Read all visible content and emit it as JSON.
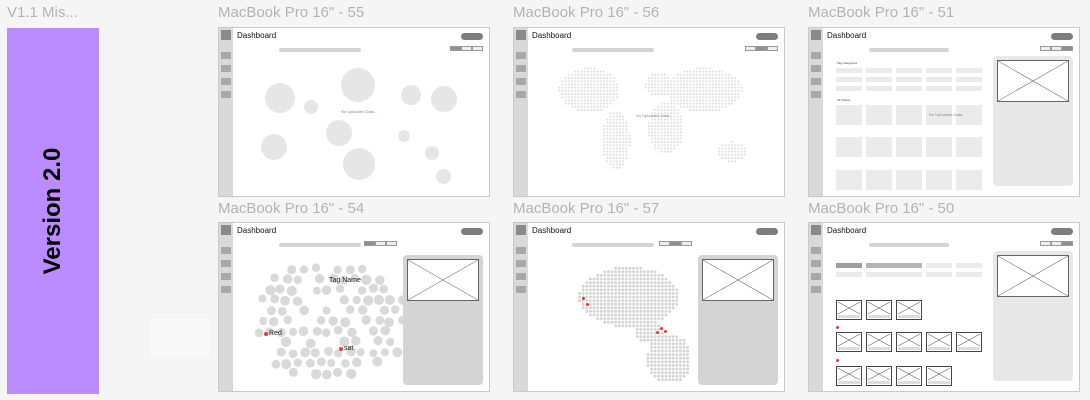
{
  "canvas": {
    "left_frame_title": "V1.1 Mis...",
    "version_label": "Version 2.0",
    "version_color": "#bb8cff"
  },
  "frames": {
    "f55": {
      "title": "MacBook Pro 16\" - 55",
      "header": "Dashboard",
      "empty": "No Uploaded Data..."
    },
    "f56": {
      "title": "MacBook Pro 16\" - 56",
      "header": "Dashboard",
      "empty": "No Uploaded Data..."
    },
    "f51": {
      "title": "MacBook Pro 16\" - 51",
      "header": "Dashboard",
      "empty": "No Uploaded Data...",
      "sections": [
        "Tag Categories",
        "All Videos"
      ]
    },
    "f54": {
      "title": "MacBook Pro 16\" - 54",
      "header": "Dashboard",
      "labels": {
        "tag": "Tag Name",
        "red": "Red",
        "sat": "sat"
      }
    },
    "f57": {
      "title": "MacBook Pro 16\" - 57",
      "header": "Dashboard"
    },
    "f50": {
      "title": "MacBook Pro 16\" - 50",
      "header": "Dashboard"
    }
  },
  "colors": {
    "accent_red": "#e53935",
    "frame_bg": "#ffffff",
    "sidebar": "#d9d9d9"
  }
}
